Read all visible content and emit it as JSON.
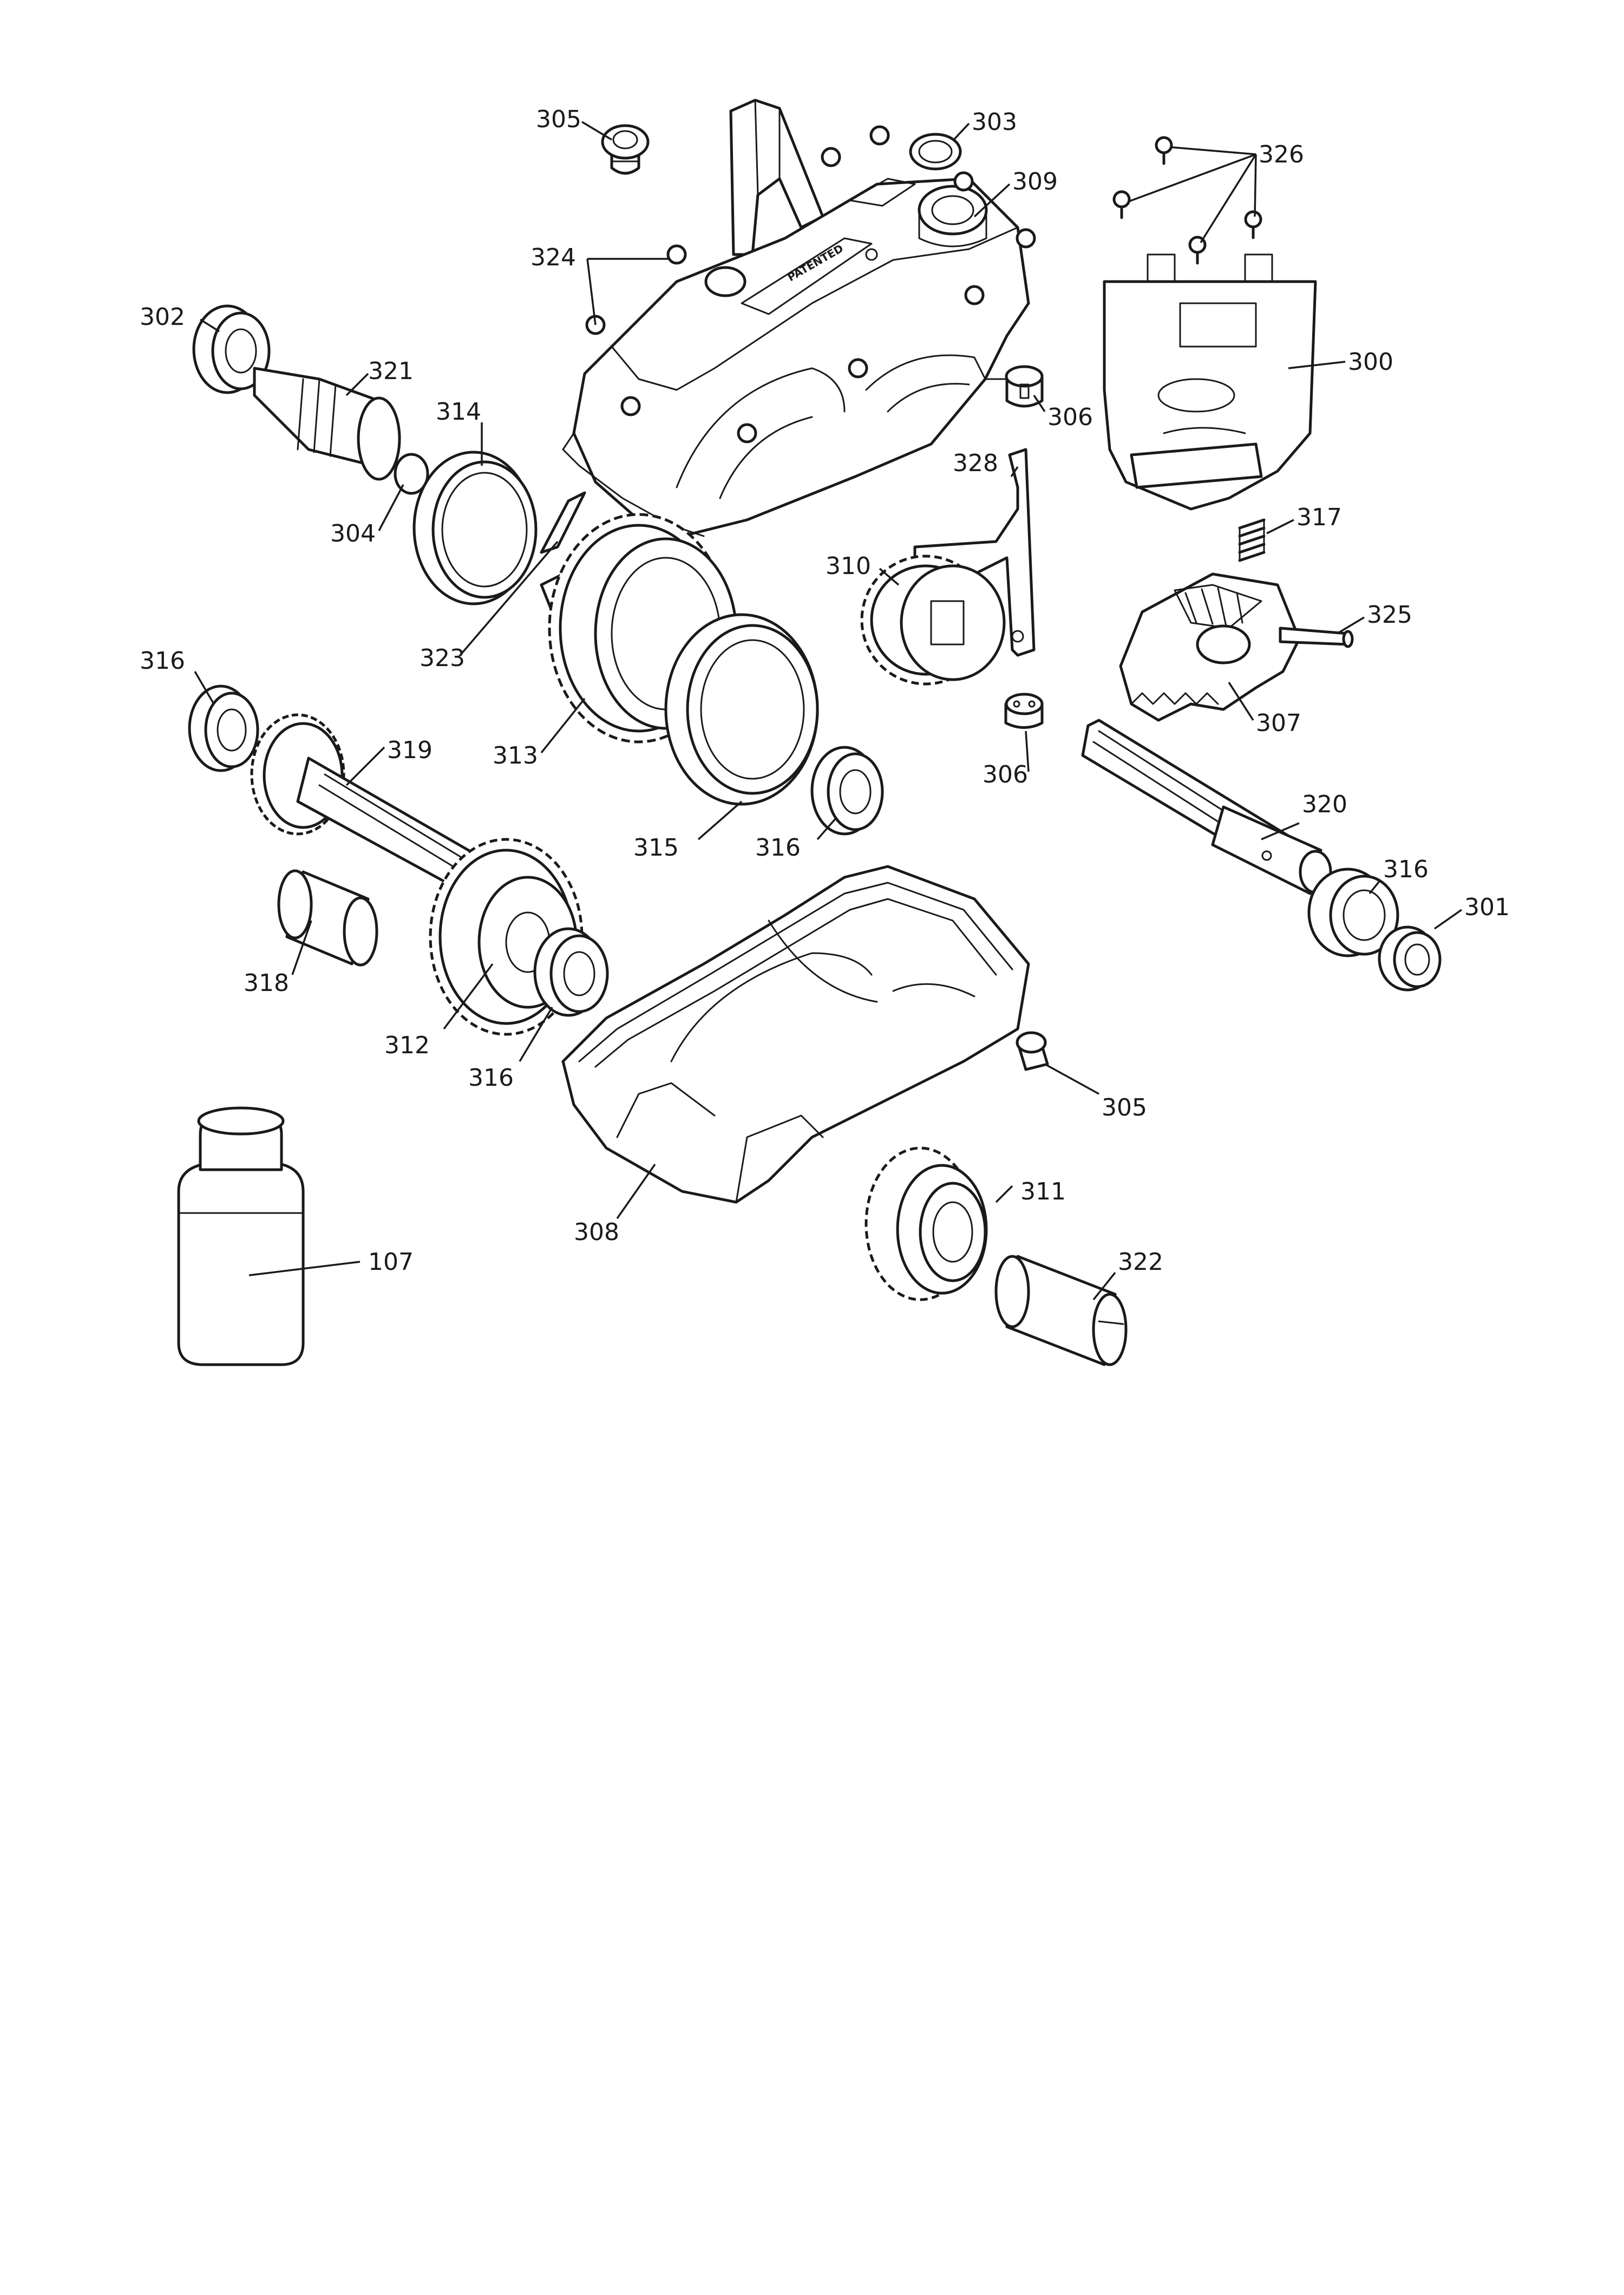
{
  "diagram": {
    "type": "exploded-parts-view",
    "labels": {
      "l300": "300",
      "l301": "301",
      "l302": "302",
      "l303": "303",
      "l304": "304",
      "l305a": "305",
      "l305b": "305",
      "l306a": "306",
      "l306b": "306",
      "l307": "307",
      "l308": "308",
      "l309": "309",
      "l310": "310",
      "l311": "311",
      "l312": "312",
      "l313": "313",
      "l314": "314",
      "l315": "315",
      "l316a": "316",
      "l316b": "316",
      "l316c": "316",
      "l316d": "316",
      "l317": "317",
      "l318": "318",
      "l319": "319",
      "l320": "320",
      "l321": "321",
      "l322": "322",
      "l323": "323",
      "l324": "324",
      "l325": "325",
      "l326": "326",
      "l328": "328",
      "l107": "107"
    },
    "embossed_text": "PATENTED"
  }
}
